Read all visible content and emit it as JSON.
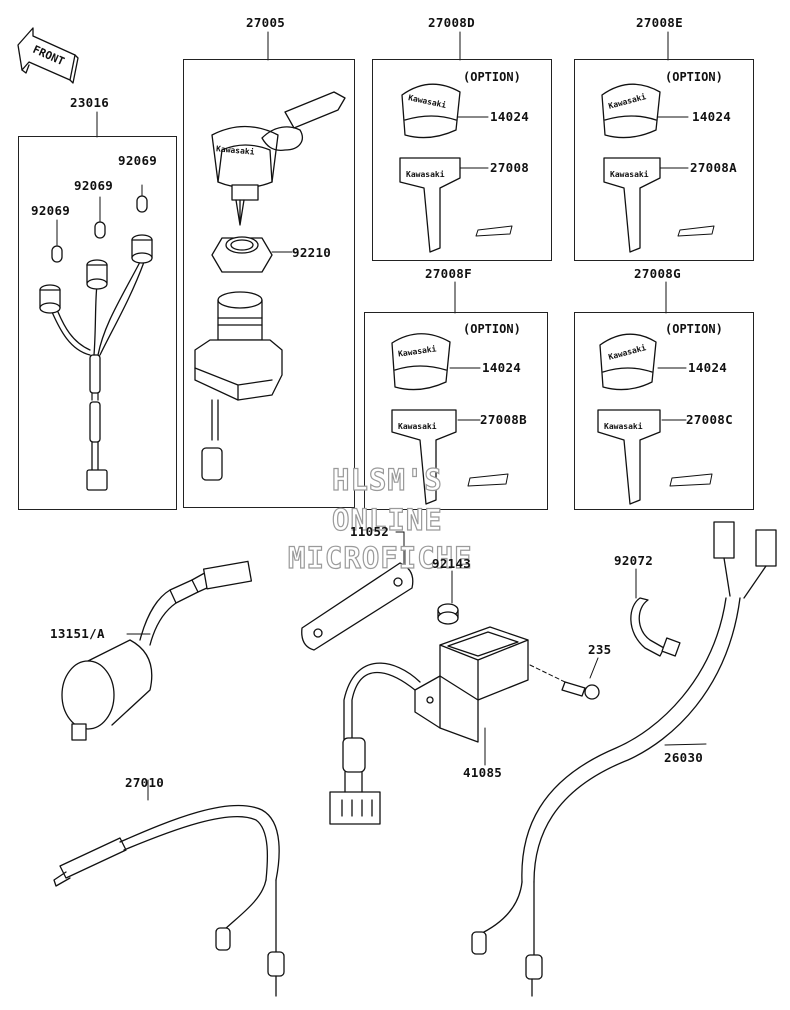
{
  "front_arrow": {
    "text": "FRONT"
  },
  "watermark": {
    "line1": "HLSM'S",
    "line2": "ONLINE",
    "line3": "MICROFICHE"
  },
  "keys": {
    "brand": "Kawasaki"
  },
  "options": {
    "d": "(OPTION)",
    "e": "(OPTION)",
    "f": "(OPTION)",
    "g": "(OPTION)"
  },
  "parts": {
    "p23016": "23016",
    "p92069_a": "92069",
    "p92069_b": "92069",
    "p92069_c": "92069",
    "p27005": "27005",
    "p92210": "92210",
    "p27008D": "27008D",
    "p14024_d": "14024",
    "p27008": "27008",
    "p27008E": "27008E",
    "p14024_e": "14024",
    "p27008A": "27008A",
    "p27008F": "27008F",
    "p14024_f": "14024",
    "p27008B": "27008B",
    "p27008G": "27008G",
    "p14024_g": "14024",
    "p27008C": "27008C",
    "p11052": "11052",
    "p92143": "92143",
    "p92072": "92072",
    "p13151A": "13151/A",
    "p235": "235",
    "p41085": "41085",
    "p26030": "26030",
    "p27010": "27010"
  }
}
